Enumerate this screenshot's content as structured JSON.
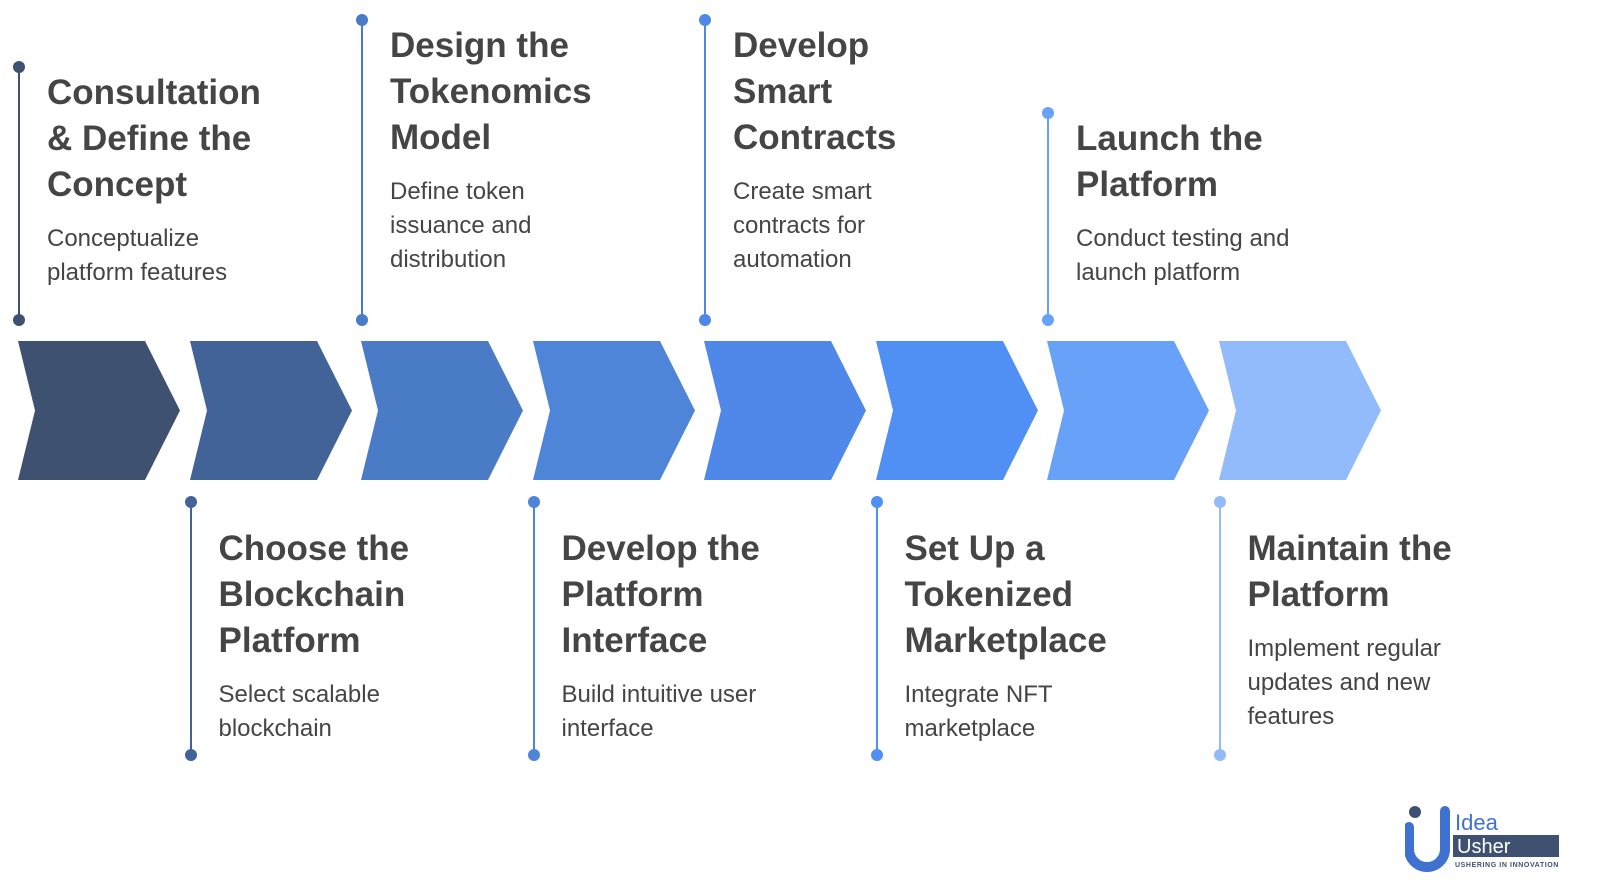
{
  "steps": [
    {
      "title": "Consultation\n& Define the\nConcept",
      "desc": "Conceptualize\nplatform features",
      "color": "#3f5170"
    },
    {
      "title": "Choose the\nBlockchain\nPlatform",
      "desc": "Select scalable\nblockchain",
      "color": "#416398"
    },
    {
      "title": "Design the\nTokenomics\nModel",
      "desc": "Define token\nissuance and\ndistribution",
      "color": "#4a7bc6"
    },
    {
      "title": "Develop the\nPlatform\nInterface",
      "desc": "Build intuitive user\ninterface",
      "color": "#4f85d9"
    },
    {
      "title": "Develop\nSmart\nContracts",
      "desc": "Create smart\ncontracts for\nautomation",
      "color": "#4f88e8"
    },
    {
      "title": "Set Up a\nTokenized\nMarketplace",
      "desc": "Integrate NFT\nmarketplace",
      "color": "#5090f5"
    },
    {
      "title": "Launch the\nPlatform",
      "desc": "Conduct testing and\nlaunch platform",
      "color": "#68a2f8"
    },
    {
      "title": "Maintain the\nPlatform",
      "desc": "Implement regular\nupdates and new\nfeatures",
      "color": "#92bbfb"
    }
  ],
  "logo": {
    "line1": "Idea",
    "line2": "Usher",
    "tagline": "USHERING IN INNOVATION"
  }
}
